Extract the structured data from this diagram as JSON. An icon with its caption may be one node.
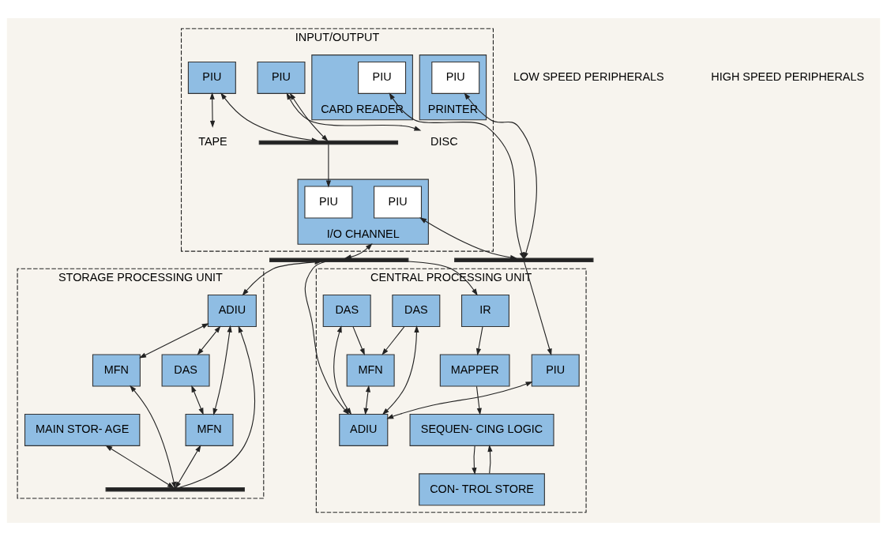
{
  "diagram": {
    "nodes": [
      {
        "text": [
          "CENTRAL PROCESSING UNIT"
        ]
      },
      {
        "text": [
          "SEQUEN- CING LOGIC"
        ],
        "in": 0
      },
      {
        "text": [
          "CON- TROL STORE"
        ],
        "in": 0
      },
      {
        "text": [
          "MAPPER"
        ],
        "in": 0
      },
      {
        "text": [
          "IR"
        ],
        "in": 0
      },
      {
        "text": [
          "DAS"
        ],
        "in": 0
      },
      {
        "text": [
          "DAS"
        ],
        "in": 0
      },
      {
        "text": [
          "ADIU"
        ],
        "in": 0
      },
      {
        "text": [
          "MFN"
        ],
        "in": 0
      },
      {
        "text": [
          "PIU"
        ],
        "in": 0
      },
      {
        "text": [
          "INPUT/OUTPUT"
        ]
      },
      {
        "text": [
          "CARD READER"
        ],
        "in": 10
      },
      {
        "text": [
          "PIU"
        ],
        "in": 11
      },
      {
        "text": [
          "PRINTER"
        ],
        "in": 10
      },
      {
        "text": [
          "PIU"
        ],
        "in": 13
      },
      {
        "text": [
          "I/O CHANNEL"
        ],
        "in": 10
      },
      {
        "text": [
          "PIU"
        ],
        "in": 15
      },
      {
        "text": [
          "PIU"
        ],
        "in": 15
      },
      {
        "text": [
          "PIU"
        ],
        "in": 10
      },
      {
        "text": [
          "DISC"
        ],
        "in": 10
      },
      {
        "text": [
          "PIU"
        ],
        "in": 10
      },
      {
        "text": [
          "TAPE"
        ],
        "in": 10
      },
      {
        "text": [
          "STORAGE PROCESSING UNIT"
        ]
      },
      {
        "text": [
          "ADIU"
        ],
        "in": 22
      },
      {
        "text": [
          "DAS"
        ],
        "in": 22
      },
      {
        "text": [
          "MAIN STOR- AGE"
        ],
        "in": 22
      },
      {
        "text": [
          "MFN"
        ],
        "in": 22
      },
      {
        "text": [
          "MFN"
        ],
        "in": 22
      },
      {
        "text": [],
        "shape": "bar"
      },
      {
        "text": [],
        "shape": "bar"
      },
      {
        "text": [],
        "shape": "bar",
        "in": 10
      },
      {
        "text": [],
        "shape": "bar",
        "in": 22
      }
    ],
    "edges": [
      {
        "from": 28,
        "to": 4,
        "arrow": "to"
      },
      {
        "from": 4,
        "to": 3,
        "arrow": "to"
      },
      {
        "from": 3,
        "to": 1,
        "arrow": "to"
      },
      {
        "from": 1,
        "to": 2,
        "arrow": "to"
      },
      {
        "from": 2,
        "to": 1,
        "arrow": "to"
      },
      {
        "from": 5,
        "to": 7,
        "arrow": "both"
      },
      {
        "from": 6,
        "to": 7,
        "arrow": "both"
      },
      {
        "from": 5,
        "to": 8,
        "arrow": "to"
      },
      {
        "from": 6,
        "to": 8,
        "arrow": "to"
      },
      {
        "from": 8,
        "to": 7,
        "arrow": "both"
      },
      {
        "from": 28,
        "to": 7,
        "arrow": "to"
      },
      {
        "from": 9,
        "to": 7,
        "arrow": "both"
      },
      {
        "from": 29,
        "to": 9,
        "arrow": "to"
      },
      {
        "from": 12,
        "to": 29,
        "arrow": "both"
      },
      {
        "from": 14,
        "to": 29,
        "arrow": "both"
      },
      {
        "from": 16,
        "to": 29,
        "arrow": "both"
      },
      {
        "from": 30,
        "to": 17,
        "arrow": "to"
      },
      {
        "from": 18,
        "to": 30,
        "arrow": "both"
      },
      {
        "from": 20,
        "to": 30,
        "arrow": "both"
      },
      {
        "from": 18,
        "to": 19,
        "arrow": "both"
      },
      {
        "from": 20,
        "to": 21,
        "arrow": "both"
      },
      {
        "from": 15,
        "to": 28,
        "arrow": "both"
      },
      {
        "from": 28,
        "to": 23,
        "arrow": "both"
      },
      {
        "from": 23,
        "to": 24,
        "arrow": "both"
      },
      {
        "from": 24,
        "to": 27,
        "arrow": "both"
      },
      {
        "from": 23,
        "to": 26,
        "arrow": "both"
      },
      {
        "from": 23,
        "to": 27,
        "arrow": "both"
      },
      {
        "from": 26,
        "to": 31,
        "arrow": "both"
      },
      {
        "from": 27,
        "to": 31,
        "arrow": "both"
      },
      {
        "from": 25,
        "to": 31,
        "arrow": "both"
      },
      {
        "from": 31,
        "to": 23,
        "arrow": "to"
      }
    ],
    "labels": [
      "LOW SPEED PERIPHERALS",
      "HIGH SPEED PERIPHERALS"
    ]
  }
}
